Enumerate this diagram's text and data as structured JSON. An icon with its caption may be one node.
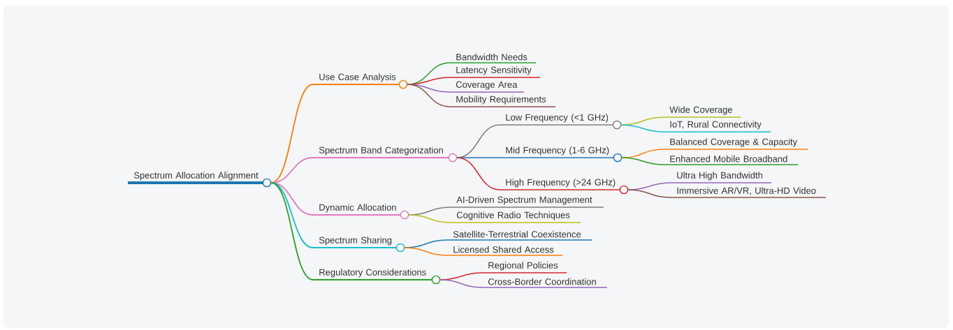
{
  "diagram": {
    "nodes": [
      {
        "text": [
          "Spectrum Allocation Alignment"
        ]
      },
      {
        "text": [
          "Use Case Analysis"
        ]
      },
      {
        "text": [
          "Bandwidth Needs"
        ]
      },
      {
        "text": [
          "Latency Sensitivity"
        ]
      },
      {
        "text": [
          "Coverage Area"
        ]
      },
      {
        "text": [
          "Mobility Requirements"
        ]
      },
      {
        "text": [
          "Spectrum Band Categorization"
        ]
      },
      {
        "text": [
          "Low Frequency (<1 GHz)"
        ]
      },
      {
        "text": [
          "Wide Coverage"
        ]
      },
      {
        "text": [
          "IoT, Rural Connectivity"
        ]
      },
      {
        "text": [
          "Mid Frequency (1-6 GHz)"
        ]
      },
      {
        "text": [
          "Balanced Coverage & Capacity"
        ]
      },
      {
        "text": [
          "Enhanced Mobile Broadband"
        ]
      },
      {
        "text": [
          "High Frequency (>24 GHz)"
        ]
      },
      {
        "text": [
          "Ultra High Bandwidth"
        ]
      },
      {
        "text": [
          "Immersive AR/VR, Ultra-HD Video"
        ]
      },
      {
        "text": [
          "Dynamic Allocation"
        ]
      },
      {
        "text": [
          "AI-Driven Spectrum Management"
        ]
      },
      {
        "text": [
          "Cognitive Radio Techniques"
        ]
      },
      {
        "text": [
          "Spectrum Sharing"
        ]
      },
      {
        "text": [
          "Satellite-Terrestrial Coexistence"
        ]
      },
      {
        "text": [
          "Licensed Shared Access"
        ]
      },
      {
        "text": [
          "Regulatory Considerations"
        ]
      },
      {
        "text": [
          "Regional Policies"
        ]
      },
      {
        "text": [
          "Cross-Border Coordination"
        ]
      }
    ],
    "edges": [
      {
        "from": 0,
        "to": 1,
        "arrow": "none",
        "color": "#ff7f0e"
      },
      {
        "from": 1,
        "to": 2,
        "arrow": "none",
        "color": "#2ca02c"
      },
      {
        "from": 1,
        "to": 3,
        "arrow": "none",
        "color": "#d62728"
      },
      {
        "from": 1,
        "to": 4,
        "arrow": "none",
        "color": "#9467bd"
      },
      {
        "from": 1,
        "to": 5,
        "arrow": "none",
        "color": "#8c564b"
      },
      {
        "from": 0,
        "to": 6,
        "arrow": "none",
        "color": "#e377c2"
      },
      {
        "from": 6,
        "to": 7,
        "arrow": "none",
        "color": "#7f7f7f"
      },
      {
        "from": 7,
        "to": 8,
        "arrow": "none",
        "color": "#bcbd22"
      },
      {
        "from": 7,
        "to": 9,
        "arrow": "none",
        "color": "#17becf"
      },
      {
        "from": 6,
        "to": 10,
        "arrow": "none",
        "color": "#1f77b4"
      },
      {
        "from": 10,
        "to": 11,
        "arrow": "none",
        "color": "#ff7f0e"
      },
      {
        "from": 10,
        "to": 12,
        "arrow": "none",
        "color": "#2ca02c"
      },
      {
        "from": 6,
        "to": 13,
        "arrow": "none",
        "color": "#d62728"
      },
      {
        "from": 13,
        "to": 14,
        "arrow": "none",
        "color": "#9467bd"
      },
      {
        "from": 13,
        "to": 15,
        "arrow": "none",
        "color": "#8c564b"
      },
      {
        "from": 0,
        "to": 16,
        "arrow": "none",
        "color": "#e377c2"
      },
      {
        "from": 16,
        "to": 17,
        "arrow": "none",
        "color": "#7f7f7f"
      },
      {
        "from": 16,
        "to": 18,
        "arrow": "none",
        "color": "#bcbd22"
      },
      {
        "from": 0,
        "to": 19,
        "arrow": "none",
        "color": "#17becf"
      },
      {
        "from": 19,
        "to": 20,
        "arrow": "none",
        "color": "#1f77b4"
      },
      {
        "from": 19,
        "to": 21,
        "arrow": "none",
        "color": "#ff7f0e"
      },
      {
        "from": 0,
        "to": 22,
        "arrow": "none",
        "color": "#2ca02c"
      },
      {
        "from": 22,
        "to": 23,
        "arrow": "none",
        "color": "#d62728"
      },
      {
        "from": 22,
        "to": 24,
        "arrow": "none",
        "color": "#9467bd"
      }
    ]
  }
}
